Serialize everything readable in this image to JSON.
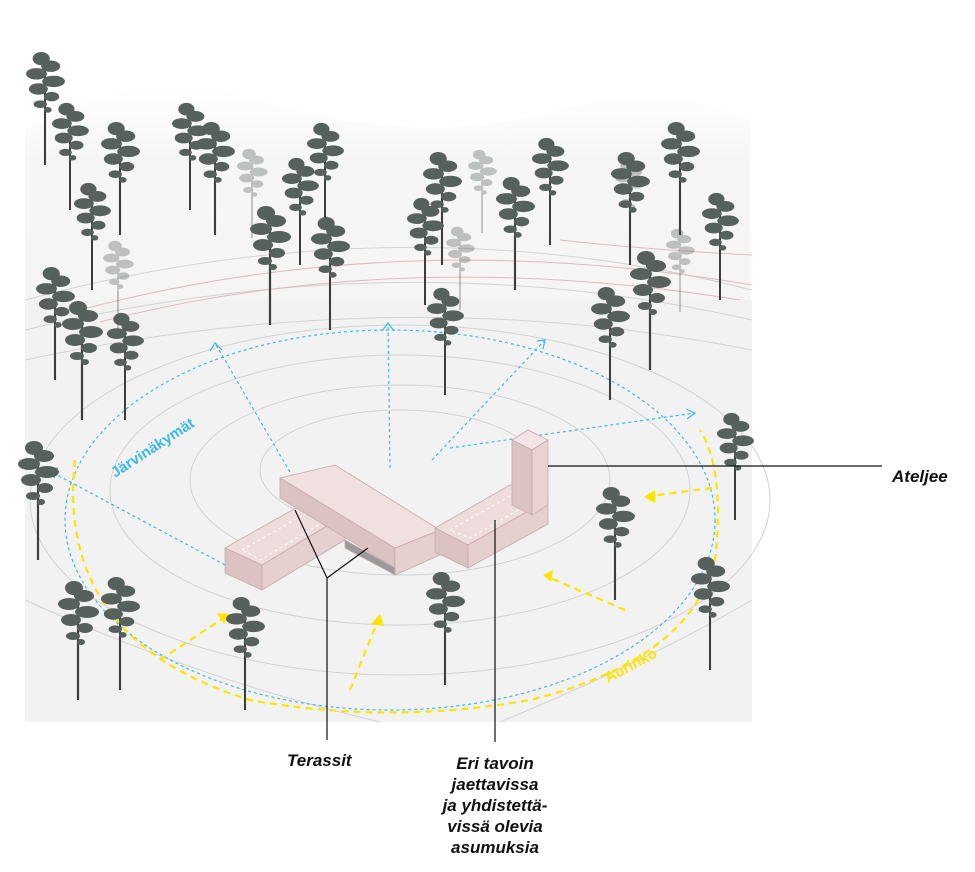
{
  "labels": {
    "views": "Järvinäkymät",
    "sun": "Aurinko",
    "studio": "Ateljee",
    "terraces": "Terassit",
    "dwellings": "Eri tavoin\njaettavissa\nja yhdistettä-\nvissä olevia\nasumuksia"
  },
  "colors": {
    "views_line": "#3db8ea",
    "sun_line": "#ffe400",
    "building": "#ecd8d8",
    "building_side": "#d9bfbf",
    "tree": "#56605c",
    "contour": "#cfcfcf",
    "contour_red": "#e7b8b8",
    "terrain": "#f4f4f4"
  },
  "icons": {
    "tree": "pine-tree-icon"
  }
}
